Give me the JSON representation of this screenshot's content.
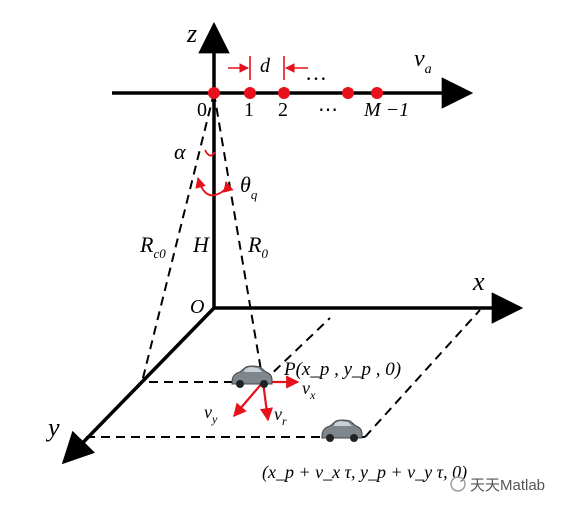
{
  "axes": {
    "z_label": "z",
    "x_label": "x",
    "y_label": "y",
    "origin_label": "O"
  },
  "array": {
    "spacing_label": "d",
    "velocity": {
      "main": "v",
      "sub": "a"
    },
    "element_labels": [
      "0",
      "1",
      "2",
      "⋯",
      "M −1"
    ],
    "top_ellipsis": "…"
  },
  "angles": {
    "alpha": "α",
    "theta": {
      "main": "θ",
      "sub": "q"
    }
  },
  "lengths": {
    "Rc0": {
      "main": "R",
      "sub": "c0"
    },
    "H": "H",
    "R0": {
      "main": "R",
      "sub": "0"
    }
  },
  "target": {
    "start_label": "P(x_p , y_p , 0)",
    "vx": {
      "main": "v",
      "sub": "x"
    },
    "vy": {
      "main": "v",
      "sub": "y"
    },
    "vr": {
      "main": "v",
      "sub": "r"
    },
    "end_label": "(x_p + v_x τ, y_p + v_y τ, 0)"
  },
  "watermark": "天天Matlab",
  "colors": {
    "axis": "#000000",
    "accent": "#e8101a",
    "car": "#7f878c"
  }
}
